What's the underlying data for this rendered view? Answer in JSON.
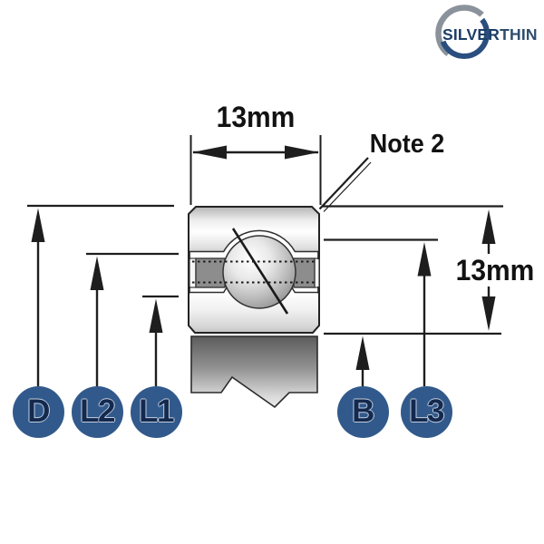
{
  "logo": {
    "brand_primary": "SILVER",
    "brand_secondary": "THIN"
  },
  "dimensions": {
    "top_width": "13mm",
    "right_height": "13mm",
    "note": "Note 2"
  },
  "part_labels": {
    "d": "D",
    "l2": "L2",
    "l1": "L1",
    "b": "B",
    "l3": "L3"
  },
  "colors": {
    "label_circle_fill": "#31598c",
    "label_text": "#14294e",
    "line_color": "#1e1e1e",
    "logo_gray": "#8b929b",
    "logo_blue": "#2a4e7e",
    "logo_text_primary": "#1c3e66",
    "logo_text_secondary": "#2e4d6e"
  }
}
